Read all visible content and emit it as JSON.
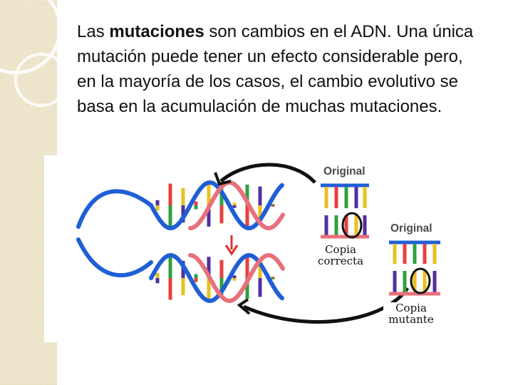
{
  "text": {
    "prefix": "Las ",
    "bold_word": "mutaciones",
    "rest": " son cambios en el ADN. Una única mutación puede tener un efecto considerable pero, en la mayoría de los casos, el cambio evolutivo se basa en la acumulación de muchas mutaciones."
  },
  "figure": {
    "original_label_1": "Original",
    "copy_correct_line1": "Copia",
    "copy_correct_line2": "correcta",
    "original_label_2": "Original",
    "copy_mutant_line1": "Copia",
    "copy_mutant_line2": "mutante"
  },
  "colors": {
    "strand_blue": "#1f5fd6",
    "strand_red": "#e8707a",
    "arrow_red": "#e03030",
    "arrow_black": "#111111",
    "band_bg": "#f3ecd6"
  }
}
